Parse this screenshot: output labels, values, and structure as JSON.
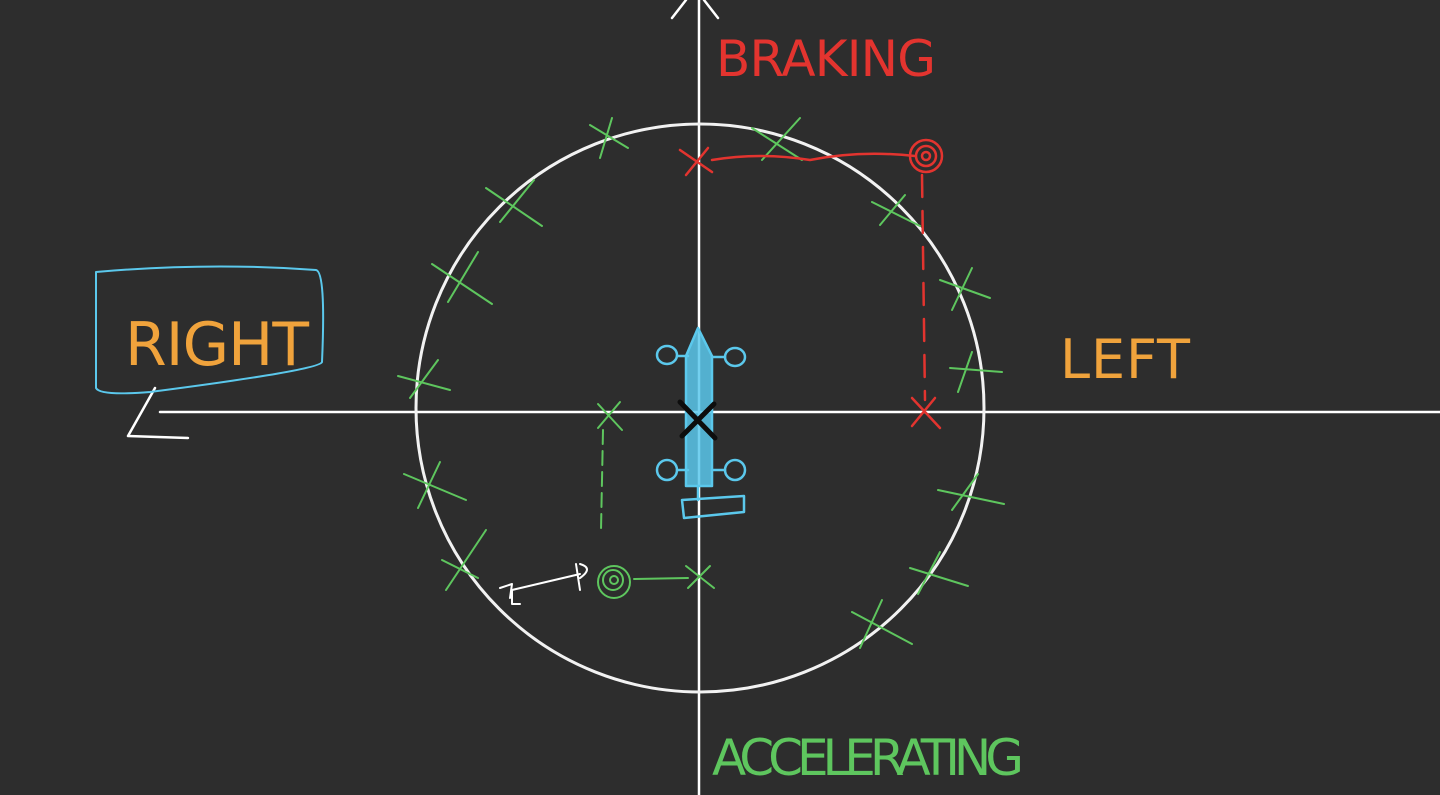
{
  "labels": {
    "braking": "BRAKING",
    "accelerating": "ACCELERATING",
    "right": "RIGHT",
    "left": "LEFT"
  },
  "colors": {
    "background": "#2d2d2d",
    "axes": "#ffffff",
    "circle": "#f2f2f2",
    "green_marks": "#5ec65e",
    "red_marks": "#e3342f",
    "car": "#5bc8ec",
    "orange_text": "#f0a33c",
    "red_text": "#e3342f",
    "green_text": "#5ec65e"
  },
  "icons": {
    "car": "top-down-race-car-icon",
    "friction_circle": "friction-circle",
    "up_arrow": "arrow-up-icon",
    "right_arrow": "arrow-left-icon"
  }
}
